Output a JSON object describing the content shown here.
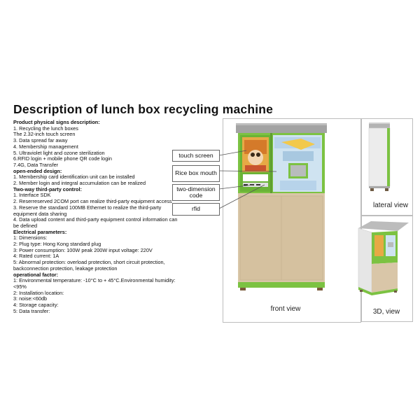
{
  "title": "Description of lunch box recycling machine",
  "spec_lines": [
    {
      "text": "Product physical signs description:",
      "bold": true
    },
    {
      "text": "1. Recycling the lunch boxes",
      "bold": false
    },
    {
      "text": "The 2.32-inch touch screen",
      "bold": false
    },
    {
      "text": "3. Data spread far away",
      "bold": false
    },
    {
      "text": "4. Membership management",
      "bold": false
    },
    {
      "text": "5. Ultraviolet light and ozone sterilization",
      "bold": false
    },
    {
      "text": "6.RFID login + mobile phone QR code login",
      "bold": false
    },
    {
      "text": "7.4G, Data Transfer",
      "bold": false
    },
    {
      "text": "open-ended design:",
      "bold": true
    },
    {
      "text": "1. Membership card identification unit can be installed",
      "bold": false
    },
    {
      "text": "2. Member login and integral accumulation can be realized",
      "bold": false
    },
    {
      "text": "Two-way third-party control:",
      "bold": true
    },
    {
      "text": "1. Interface SDK",
      "bold": false
    },
    {
      "text": "2. Reserreserved 2COM port can realize third-party equipment access",
      "bold": false
    },
    {
      "text": "3. Reserve the standard 100MB Ethernet to realize the third-party equipment data sharing",
      "bold": false
    },
    {
      "text": "4. Data upload content and third-party equipment control information can be defined",
      "bold": false
    },
    {
      "text": "Electrical parameters:",
      "bold": true
    },
    {
      "text": "1: Dimensions:",
      "bold": false
    },
    {
      "text": "2: Plug type: Hong Kong standard plug",
      "bold": false
    },
    {
      "text": "3: Power consumption: 100W peak 200W input voltage: 220V",
      "bold": false
    },
    {
      "text": "4: Rated current: 1A",
      "bold": false
    },
    {
      "text": "5: Abnormal protection: overload protection, short circuit protection, backconnection protection, leakage protection",
      "bold": false
    },
    {
      "text": "operational factor:",
      "bold": true
    },
    {
      "text": "1: Environmental temperature: -10°C to + 45°C.Environmental humidity: <95%",
      "bold": false
    },
    {
      "text": "2: Installation location:",
      "bold": false
    },
    {
      "text": "3: noise:<60db",
      "bold": false
    },
    {
      "text": "4: Storage capacity:",
      "bold": false
    },
    {
      "text": "5: Data transfer:",
      "bold": false
    }
  ],
  "callouts": {
    "touch_screen": "touch screen",
    "rice_box_mouth": "Rice box mouth",
    "two_dimension_code": "two-dimension code",
    "rfid": "rfid"
  },
  "captions": {
    "front": "front view",
    "lateral": "lateral view",
    "three_d": "3D, view"
  },
  "colors": {
    "machine_green": "#7cc242",
    "cabinet_beige": "#d9c6a8",
    "top_gray": "#9a9a9a",
    "screen_orange": "#e8a23a",
    "screen_blue": "#cfe3f1"
  }
}
